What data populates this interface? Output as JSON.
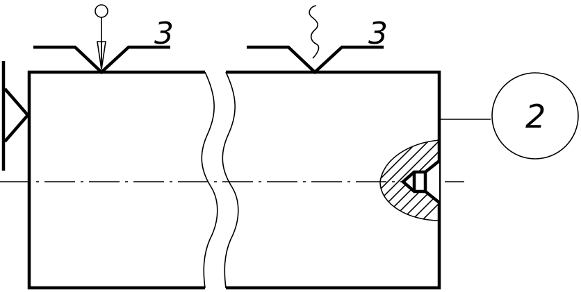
{
  "drawing": {
    "label_left_roughness": "3",
    "label_right_roughness": "3",
    "label_callout": "2"
  }
}
